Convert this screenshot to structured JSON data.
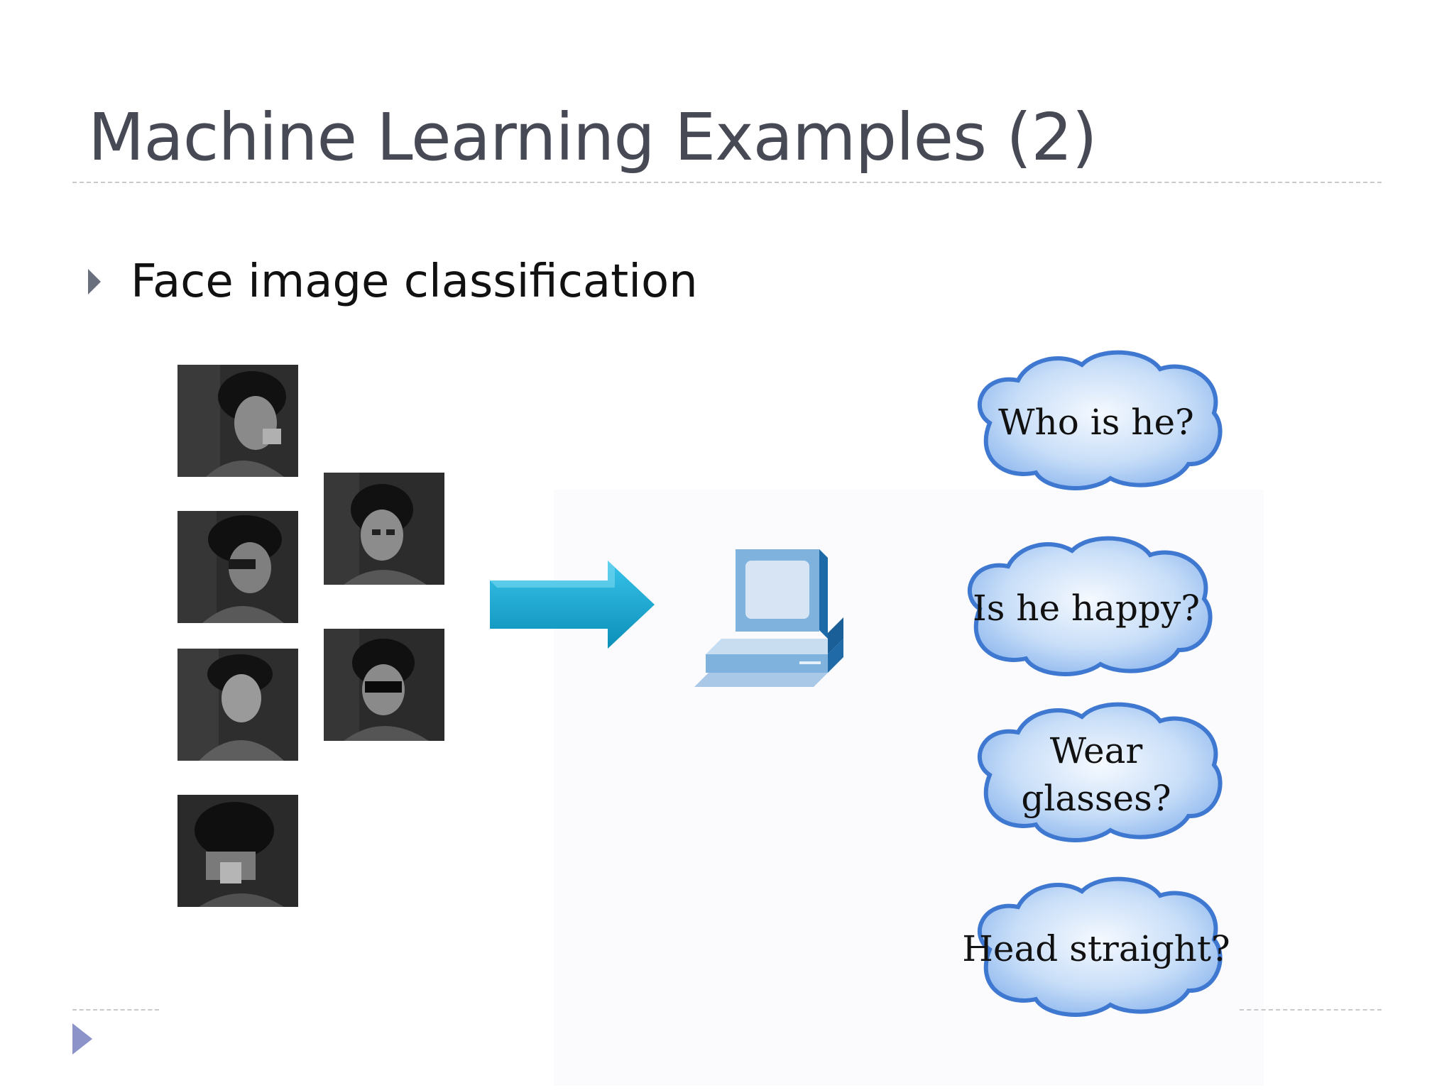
{
  "slide": {
    "title": "Machine Learning Examples (2)",
    "bullet": "Face image classification"
  },
  "figure": {
    "questions": [
      "Who is he?",
      "Is he happy?",
      "Wear\nglasses?",
      "Head straight?"
    ]
  },
  "colors": {
    "title": "#474a55",
    "cloud_fill": "#b7d4f7",
    "cloud_edge": "#3f78d0",
    "arrow": "#14a9d3",
    "computer": "#7fb2dc"
  }
}
